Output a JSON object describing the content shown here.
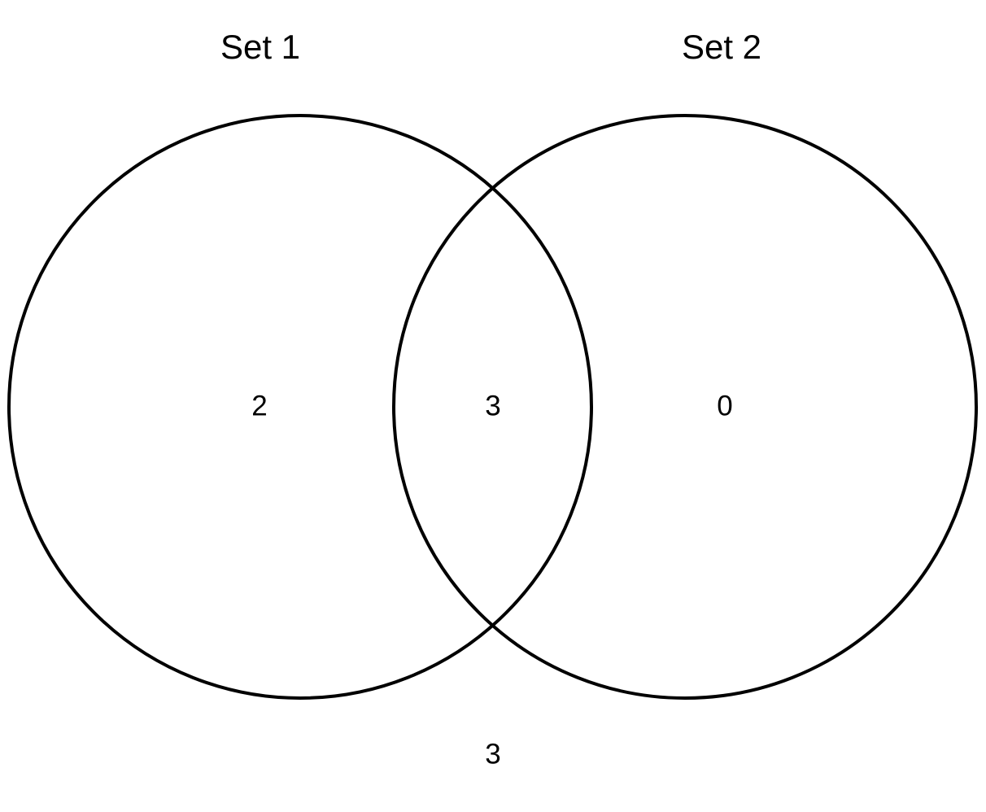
{
  "diagram": {
    "set1_label": "Set 1",
    "set2_label": "Set 2",
    "regions": {
      "set1_only": "2",
      "intersection": "3",
      "set2_only": "0",
      "outside": "3"
    },
    "colors": {
      "circle_stroke": "#000000",
      "background": "#ffffff",
      "text": "#000000"
    }
  },
  "chart_data": {
    "type": "venn",
    "sets": [
      "Set 1",
      "Set 2"
    ],
    "values": {
      "set1_only": 2,
      "intersection": 3,
      "set2_only": 0,
      "outside": 3
    },
    "title": "",
    "legend": "none",
    "grid": false
  }
}
